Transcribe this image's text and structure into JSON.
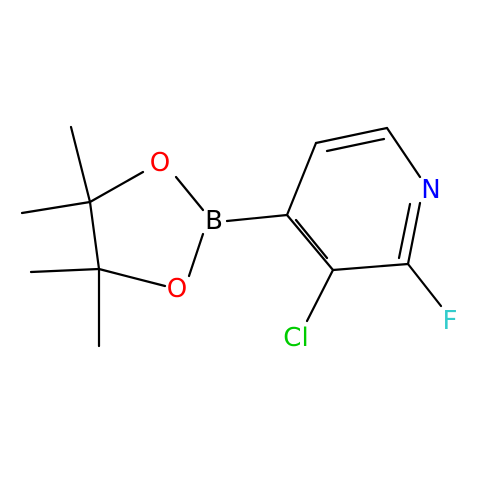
{
  "molecule": {
    "atoms": {
      "N": {
        "label": "N"
      },
      "F": {
        "label": "F"
      },
      "Cl": {
        "label": "Cl"
      },
      "B": {
        "label": "B"
      },
      "O1": {
        "label": "O"
      },
      "O2": {
        "label": "O"
      }
    }
  },
  "colors": {
    "bond": "#000000",
    "N": "#0000ff",
    "F": "#33cccc",
    "Cl": "#00cc00",
    "B": "#000000",
    "O": "#ff0000"
  }
}
